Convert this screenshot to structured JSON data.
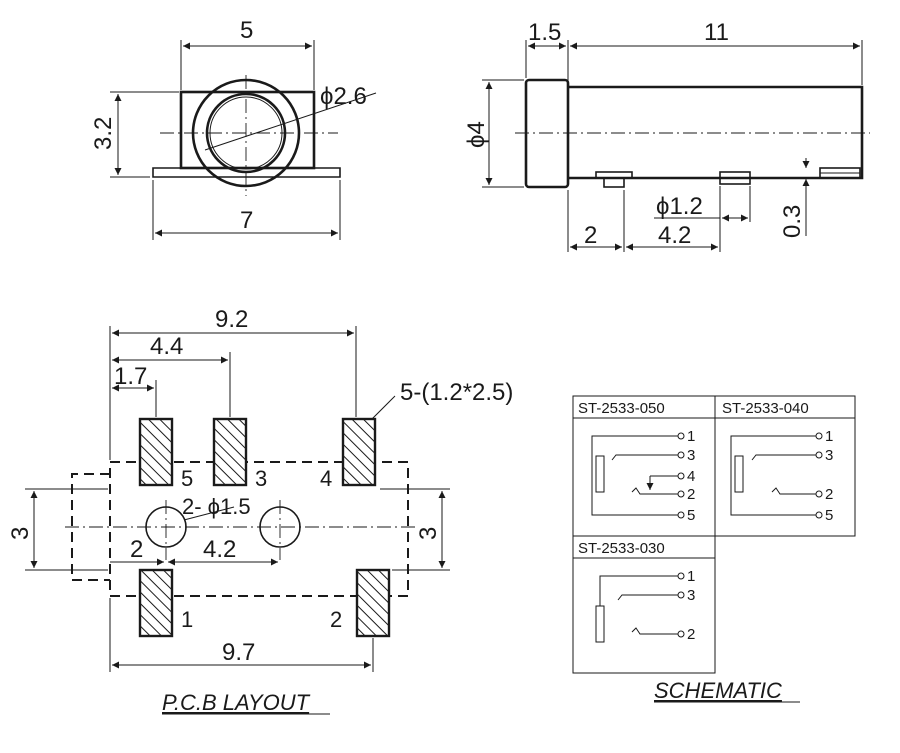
{
  "front_view": {
    "width_top": "5",
    "height": "3.2",
    "bore": "ϕ2.6",
    "width_bottom": "7"
  },
  "side_view": {
    "head_length": "1.5",
    "body_length": "11",
    "diameter": "ϕ4",
    "peg_diameter": "ϕ1.2",
    "peg_offset": "2",
    "peg_spacing": "4.2",
    "tab_thickness": "0.3"
  },
  "pcb_layout": {
    "caption": "P.C.B LAYOUT",
    "overall_top": "9.2",
    "pad_pitch_middle": "4.4",
    "pad_pitch_first": "1.7",
    "pad_spec": "5-(1.2*2.5)",
    "hole_spec": "2- ϕ1.5",
    "hole_offset": "2",
    "hole_spacing": "4.2",
    "overall_bottom": "9.7",
    "height_left": "3",
    "height_right": "3",
    "pins": {
      "p5": "5",
      "p3": "3",
      "p4": "4",
      "p1": "1",
      "p2": "2"
    }
  },
  "schematic": {
    "caption": "SCHEMATIC",
    "models": {
      "m050": {
        "title": "ST-2533-050",
        "pins": [
          "1",
          "3",
          "4",
          "2",
          "5"
        ]
      },
      "m040": {
        "title": "ST-2533-040",
        "pins": [
          "1",
          "3",
          "2",
          "5"
        ]
      },
      "m030": {
        "title": "ST-2533-030",
        "pins": [
          "1",
          "3",
          "2"
        ]
      }
    }
  }
}
